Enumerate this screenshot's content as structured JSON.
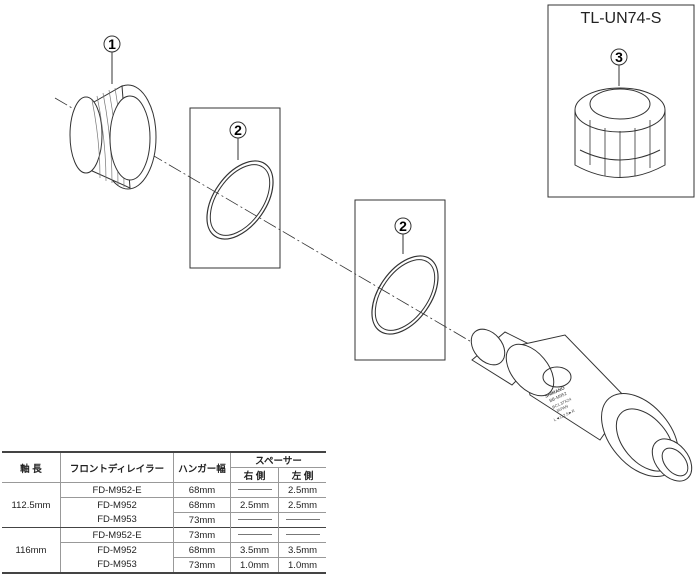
{
  "callouts": {
    "c1": "1",
    "c2a": "2",
    "c2b": "2",
    "c3": "3"
  },
  "tool": {
    "title": "TL-UN74-S"
  },
  "bb_labels": {
    "seal": "SEALED CARTRIDGE UNIT",
    "brand": "SHIMANO",
    "model": "BB-M952",
    "spec": "BC1.37X24",
    "origin": "JAPAN",
    "width": "L◄112.5►R"
  },
  "table": {
    "headers": {
      "axle": "軸 長",
      "fd": "フロントディレイラー",
      "shell": "ハンガー幅",
      "spacer": "スペーサー",
      "right": "右 側",
      "left": "左 側"
    },
    "groups": [
      {
        "axle": "112.5mm",
        "rows": [
          {
            "fd": "FD-M952-E",
            "shell": "68mm",
            "right": "",
            "left": "2.5mm"
          },
          {
            "fd": "FD-M952",
            "shell": "68mm",
            "right": "2.5mm",
            "left": "2.5mm"
          },
          {
            "fd": "FD-M953",
            "shell": "73mm",
            "right": "",
            "left": ""
          }
        ]
      },
      {
        "axle": "116mm",
        "rows": [
          {
            "fd": "FD-M952-E",
            "shell": "73mm",
            "right": "",
            "left": ""
          },
          {
            "fd": "FD-M952",
            "shell": "68mm",
            "right": "3.5mm",
            "left": "3.5mm"
          },
          {
            "fd": "FD-M953",
            "shell": "73mm",
            "right": "1.0mm",
            "left": "1.0mm"
          }
        ]
      }
    ]
  }
}
